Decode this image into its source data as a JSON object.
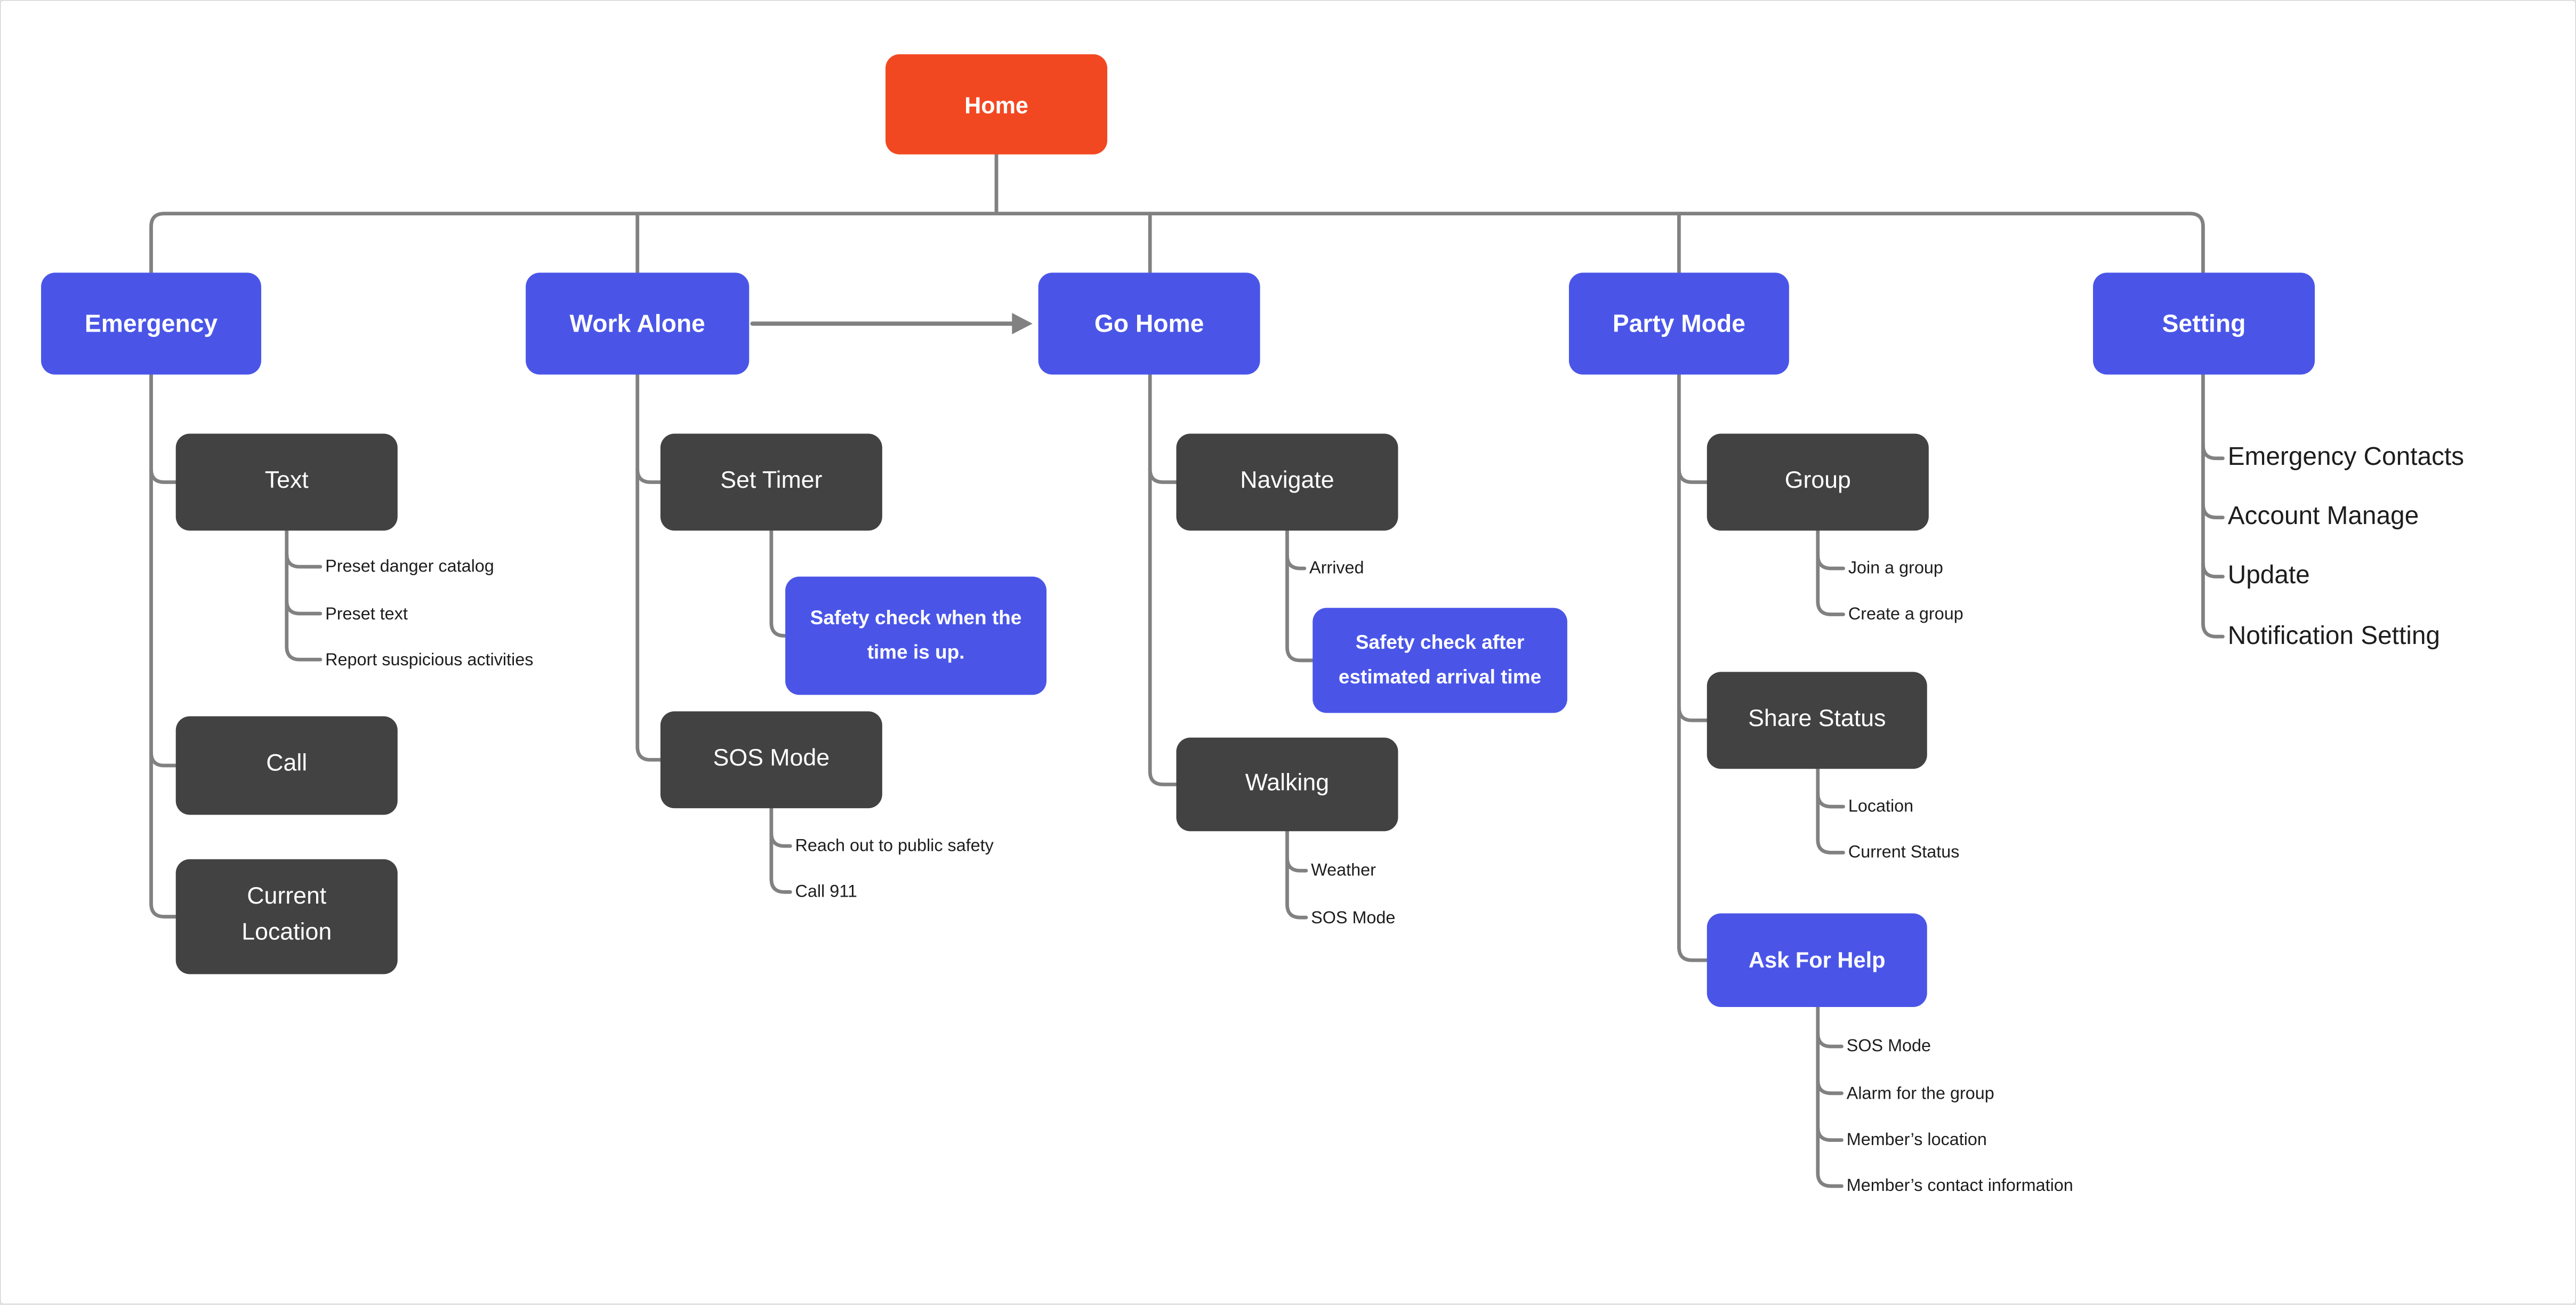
{
  "app": {
    "kind": "whiteboard-flowchart"
  },
  "colors": {
    "background": "#FFFFFF",
    "root_box": "#F24822",
    "accent_box": "#4A55E8",
    "dark_box": "#424242",
    "connector": "#818181",
    "leaf_text": "#1D1D1D",
    "box_text": "#FFFFFF"
  },
  "arrow": {
    "from": "Work Alone",
    "to": "Go Home"
  },
  "tree": {
    "root": {
      "label": "Home"
    },
    "branches": [
      {
        "label": "Emergency",
        "children": [
          {
            "label": "Text",
            "leaves": [
              "Preset danger catalog",
              "Preset text",
              "Report suspicious activities"
            ]
          },
          {
            "label": "Call"
          },
          {
            "label": "Current Location"
          }
        ]
      },
      {
        "label": "Work Alone",
        "children": [
          {
            "label": "Set Timer",
            "note": "Safety check when the time is up."
          },
          {
            "label": "SOS Mode",
            "leaves": [
              "Reach out to public safety",
              "Call 911"
            ]
          }
        ]
      },
      {
        "label": "Go Home",
        "children": [
          {
            "label": "Navigate",
            "leaves": [
              "Arrived"
            ],
            "note": "Safety check after estimated arrival time"
          },
          {
            "label": "Walking",
            "leaves": [
              "Weather",
              "SOS Mode"
            ]
          }
        ]
      },
      {
        "label": "Party Mode",
        "children": [
          {
            "label": "Group",
            "leaves": [
              "Join a group",
              "Create a group"
            ]
          },
          {
            "label": "Share Status",
            "leaves": [
              "Location",
              "Current Status"
            ]
          },
          {
            "label": "Ask For Help",
            "leaves": [
              "SOS Mode",
              "Alarm for the group",
              "Member’s location",
              "Member’s contact information"
            ]
          }
        ]
      },
      {
        "label": "Setting",
        "leaves": [
          "Emergency Contacts",
          "Account Manage",
          "Update",
          "Notification Setting"
        ]
      }
    ]
  }
}
